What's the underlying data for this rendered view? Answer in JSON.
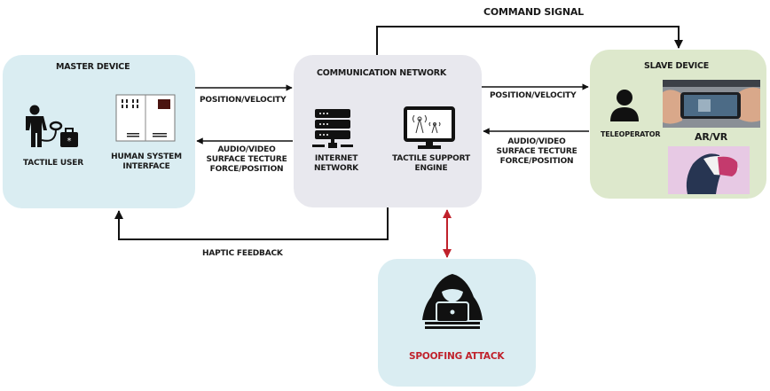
{
  "diagram": {
    "master_device": {
      "title": "MASTER DEVICE",
      "tactile_user": "TACTILE USER",
      "hsi_line1": "HUMAN SYSTEM",
      "hsi_line2": "INTERFACE",
      "color": "#daedf2"
    },
    "communication_network": {
      "title": "COMMUNICATION NETWORK",
      "internet_line1": "INTERNET",
      "internet_line2": "NETWORK",
      "engine_line1": "TACTILE SUPPORT",
      "engine_line2": "ENGINE",
      "color": "#e8e8ee"
    },
    "slave_device": {
      "title": "SLAVE DEVICE",
      "teleoperator": "TELEOPERATOR",
      "arvr": "AR/VR",
      "color": "#dde8cc"
    },
    "attack": {
      "label": "SPOOFING ATTACK",
      "color": "#daedf2",
      "label_color": "#c0212b"
    },
    "signals": {
      "command": "COMMAND SIGNAL",
      "pos_vel_left": "POSITION/VELOCITY",
      "feedback_left_1": "AUDIO/VIDEO",
      "feedback_left_2": "SURFACE TECTURE",
      "feedback_left_3": "FORCE/POSITION",
      "pos_vel_right": "POSITION/VELOCITY",
      "feedback_right_1": "AUDIO/VIDEO",
      "feedback_right_2": "SURFACE TECTURE",
      "feedback_right_3": "FORCE/POSITION",
      "haptic": "HAPTIC FEEDBACK"
    },
    "colors": {
      "arrow": "#111111",
      "attack_arrow": "#c0212b"
    }
  }
}
